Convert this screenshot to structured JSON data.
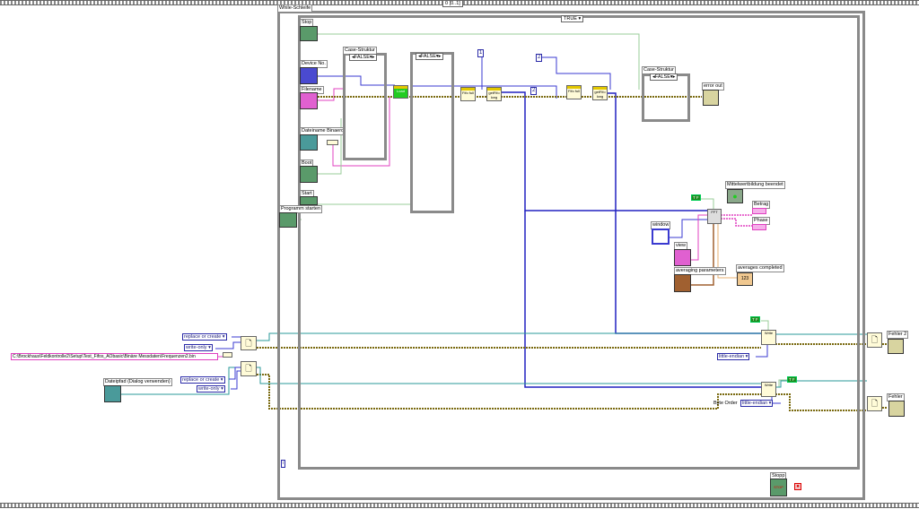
{
  "sequence": {
    "selector": "0 [0..1]"
  },
  "while_loop": {
    "label": "While-Schleife",
    "iteration": "i"
  },
  "main_case": {
    "selector": "TRUE"
  },
  "controls": {
    "stop": "Stop",
    "device_no": "Device No.",
    "filename": "Filename",
    "dateiname": "Dateiname Binaerd",
    "boot": "Boot",
    "start": "Start",
    "programm_starten": "Programm starten",
    "stopp": "Stopp",
    "stopp_icon": "STOP"
  },
  "case1": {
    "label": "Case-Struktur",
    "selector": "FALSE"
  },
  "case2": {
    "selector": "FALSE"
  },
  "case3": {
    "label": "Case-Struktur",
    "selector": "FALSE"
  },
  "constants": {
    "one": "1",
    "two_a": "2",
    "two_b": "2",
    "tf1": "T F",
    "tf2": "T F",
    "tf3": "T F",
    "path": "C:\\Brockhaus\\Feldkontrolle2\\Setup\\Test_Fifos_AObasic\\Binäre Messdaten\\Frequenzen2.bin"
  },
  "nodes": {
    "load": "Load",
    "fifo1": "Fifo full",
    "getfifo1": "getFifo long",
    "fifo2": "Fifo full",
    "getfifo2": "getFifo long",
    "fft": "FFT",
    "write1": "Write",
    "write2": "Write"
  },
  "indicators": {
    "error_out": "error out",
    "mittelwert": "Mittelwertbildung beendet",
    "betrag": "Betrag",
    "phase": "Phase",
    "window": "window",
    "view": "view",
    "averaging": "averaging parameters",
    "averages_completed": "averages completed",
    "averages_value": "123",
    "fehler2": "Fehler 2",
    "fehler": "Fehler"
  },
  "file_io": {
    "replace1": "replace or create",
    "write_only1": "write-only",
    "replace2": "replace or create",
    "write_only2": "write-only",
    "dateipfad": "Dateipfad (Dialog verwenden)",
    "byte_order_label": "Byte Order",
    "endian1": "little-endian",
    "endian2": "little-endian"
  }
}
